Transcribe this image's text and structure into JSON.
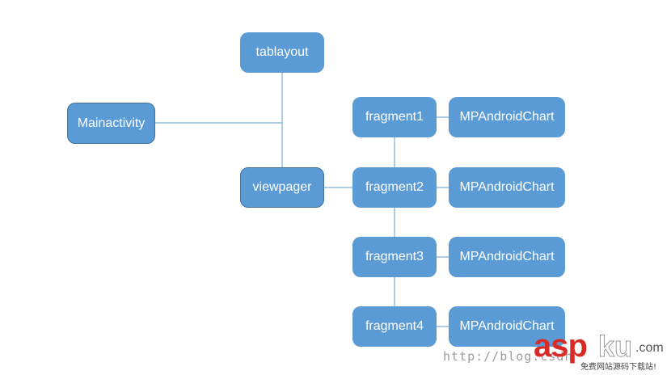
{
  "nodes": {
    "mainactivity": "Mainactivity",
    "tablayout": "tablayout",
    "viewpager": "viewpager",
    "fragments": [
      "fragment1",
      "fragment2",
      "fragment3",
      "fragment4"
    ],
    "charts": [
      "MPAndroidChart",
      "MPAndroidChart",
      "MPAndroidChart",
      "MPAndroidChart"
    ]
  },
  "colors": {
    "node_fill": "#5b9bd5",
    "node_text": "#ffffff",
    "connector": "#5b9bd5"
  },
  "watermark": {
    "url": "http://blog.csdn",
    "logo_asp": "asp",
    "logo_ku": "ku",
    "logo_com": ".com",
    "tagline": "免费网站源码下载站!"
  }
}
